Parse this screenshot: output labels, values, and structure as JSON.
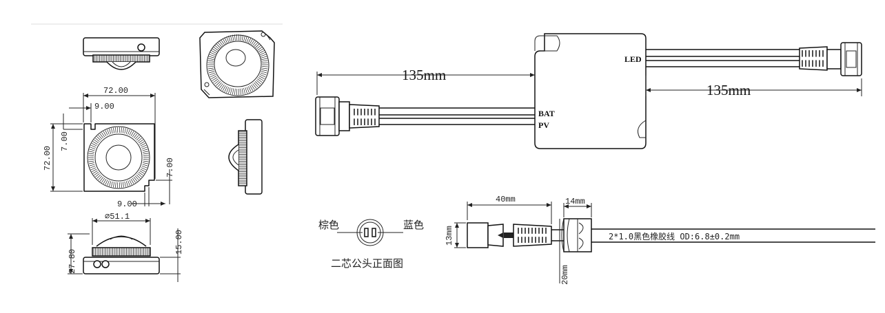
{
  "sensor_views": {
    "dim_width": "72.00",
    "dim_height": "72.00",
    "dim_notch_top": "9.00",
    "dim_notch_left": "7.00",
    "dim_notch_right": "7.00",
    "dim_notch_bottom": "9.00",
    "dim_dome_diameter": "⌀51.1",
    "dim_total_height": "27.80",
    "dim_body_height": "15.00"
  },
  "wiring": {
    "left_cable_length": "135mm",
    "right_cable_length": "135mm",
    "port_led": "LED",
    "port_bat": "BAT",
    "port_pv": "PV"
  },
  "connector": {
    "pin_left_color": "棕色",
    "pin_right_color": "蓝色",
    "caption": "二芯公头正面图",
    "dim_plug_length": "40mm",
    "dim_nut_length": "14mm",
    "dim_plug_diameter": "13mm",
    "dim_nut_diameter": "20mm",
    "cable_spec": "2*1.0黑色橡胶线 OD:6.8±0.2mm"
  }
}
